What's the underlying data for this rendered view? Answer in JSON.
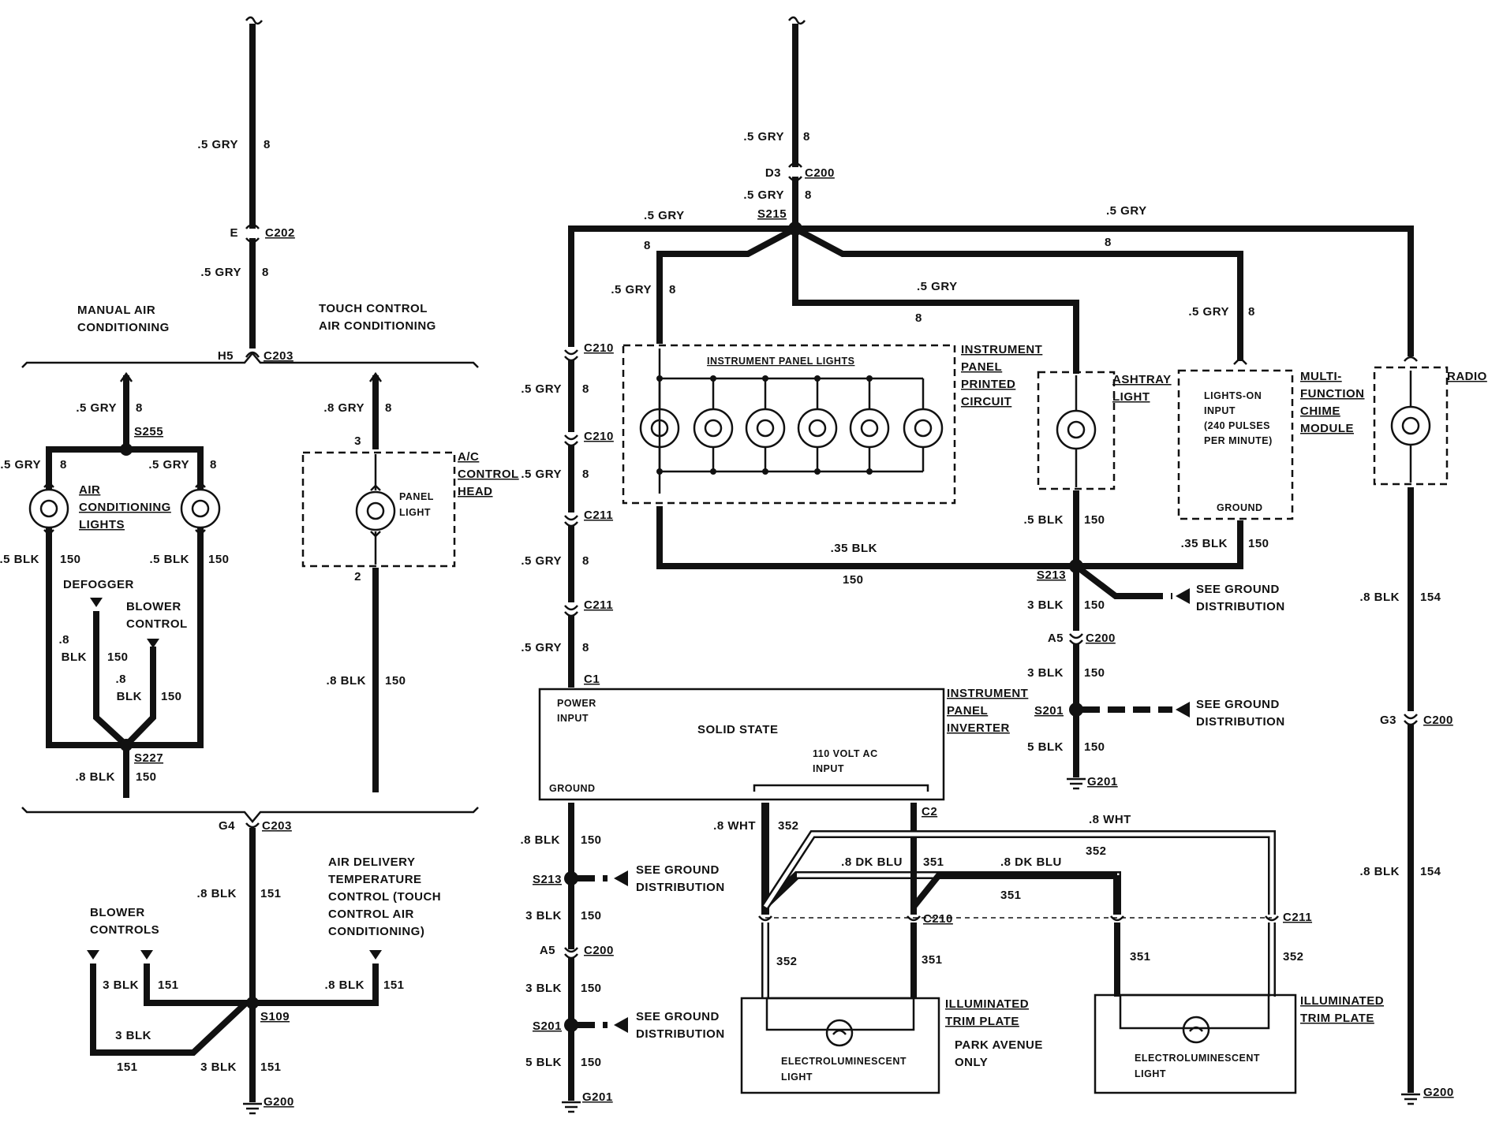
{
  "diagram": {
    "sections": {
      "manual_ac": "MANUAL AIR\nCONDITIONING",
      "touch_ac": "TOUCH CONTROL\nAIR CONDITIONING"
    },
    "wires": {
      "gry_05": ".5 GRY",
      "gry_08": ".8 GRY",
      "blk_05": ".5 BLK",
      "blk_08": ".8 BLK",
      "blk_3": "3 BLK",
      "blk_5": "5 BLK",
      "blk_035": ".35 BLK",
      "wht_08": ".8 WHT",
      "dkblu_08": ".8 DK BLU",
      "blk_08_split_a": ".8",
      "blk_08_split_b": "BLK"
    },
    "circuits": {
      "c8": "8",
      "c150": "150",
      "c151": "151",
      "c154": "154",
      "c351": "351",
      "c352": "352"
    },
    "connectors": {
      "c202": "C202",
      "c203": "C203",
      "c200": "C200",
      "c210": "C210",
      "c211": "C211",
      "c1": "C1",
      "c2": "C2"
    },
    "pins": {
      "e": "E",
      "h5": "H5",
      "g4": "G4",
      "d3": "D3",
      "a5": "A5",
      "g3": "G3",
      "p3": "3",
      "p2": "2"
    },
    "splices": {
      "s255": "S255",
      "s227": "S227",
      "s109": "S109",
      "s215": "S215",
      "s213": "S213",
      "s201": "S201"
    },
    "grounds": {
      "g200": "G200",
      "g201": "G201"
    },
    "components": {
      "ac_lights": "AIR\nCONDITIONING\nLIGHTS",
      "defogger": "DEFOGGER",
      "blower_control": "BLOWER\nCONTROL",
      "panel_light": "PANEL\nLIGHT",
      "ac_control_head": "A/C\nCONTROL\nHEAD",
      "blower_controls": "BLOWER\nCONTROLS",
      "air_delivery": "AIR DELIVERY\nTEMPERATURE\nCONTROL (TOUCH\nCONTROL AIR\nCONDITIONING)",
      "ip_lights": "INSTRUMENT PANEL LIGHTS",
      "ip_printed_circuit": "INSTRUMENT\nPANEL\nPRINTED\nCIRCUIT",
      "ashtray_light": "ASHTRAY\nLIGHT",
      "lights_on_input": "LIGHTS-ON\nINPUT\n(240 PULSES\nPER MINUTE)",
      "ground": "GROUND",
      "chime_module": "MULTI-\nFUNCTION\nCHIME\nMODULE",
      "radio": "RADIO",
      "see_ground_dist": "SEE GROUND\nDISTRIBUTION",
      "power_input": "POWER\nINPUT",
      "solid_state": "SOLID STATE",
      "ac_input": "110 VOLT AC\nINPUT",
      "ip_inverter": "INSTRUMENT\nPANEL\nINVERTER",
      "illum_trim_plate": "ILLUMINATED\nTRIM PLATE",
      "park_avenue_only": "PARK AVENUE\nONLY",
      "el_light": "ELECTROLUMINESCENT\nLIGHT"
    }
  }
}
